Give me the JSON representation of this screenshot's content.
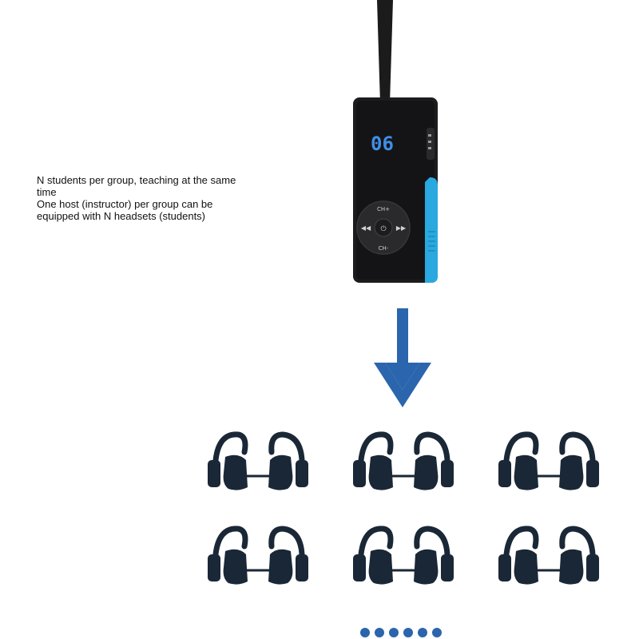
{
  "caption": {
    "line1": "N students per group, teaching at the same time",
    "line2": "One host (instructor) per group can be equipped with N headsets (students)"
  },
  "device": {
    "display": "06",
    "ch_up": "CH+",
    "ch_down": "CH-",
    "screen_color": "#3f8fe6",
    "accent_color": "#29a9e0"
  },
  "arrow_color": "#2a65ad",
  "headsets": {
    "count": 6,
    "color": "#1a2736"
  },
  "pager": {
    "dots": 6,
    "color": "#2a65ad"
  }
}
